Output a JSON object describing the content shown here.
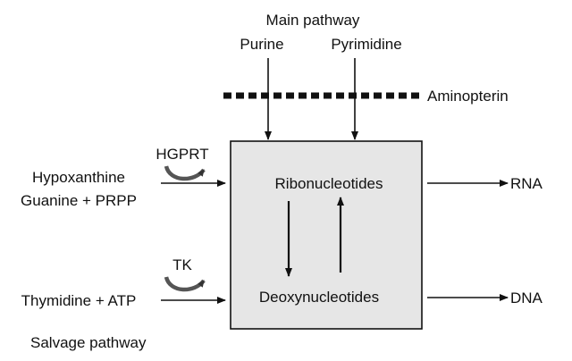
{
  "main_pathway": {
    "title": "Main pathway",
    "purine": "Purine",
    "pyrimidine": "Pyrimidine"
  },
  "inhibitor": {
    "label": "Aminopterin"
  },
  "box": {
    "ribonucleotides": "Ribonucleotides",
    "deoxynucleotides": "Deoxynucleotides",
    "fill_color": "#e6e6e6"
  },
  "salvage": {
    "hgprt": "HGPRT",
    "hypoxanthine": "Hypoxanthine",
    "guanine_prpp": "Guanine + PRPP",
    "tk": "TK",
    "thymidine_atp": "Thymidine + ATP",
    "pathway_label": "Salvage pathway"
  },
  "outputs": {
    "rna": "RNA",
    "dna": "DNA"
  }
}
